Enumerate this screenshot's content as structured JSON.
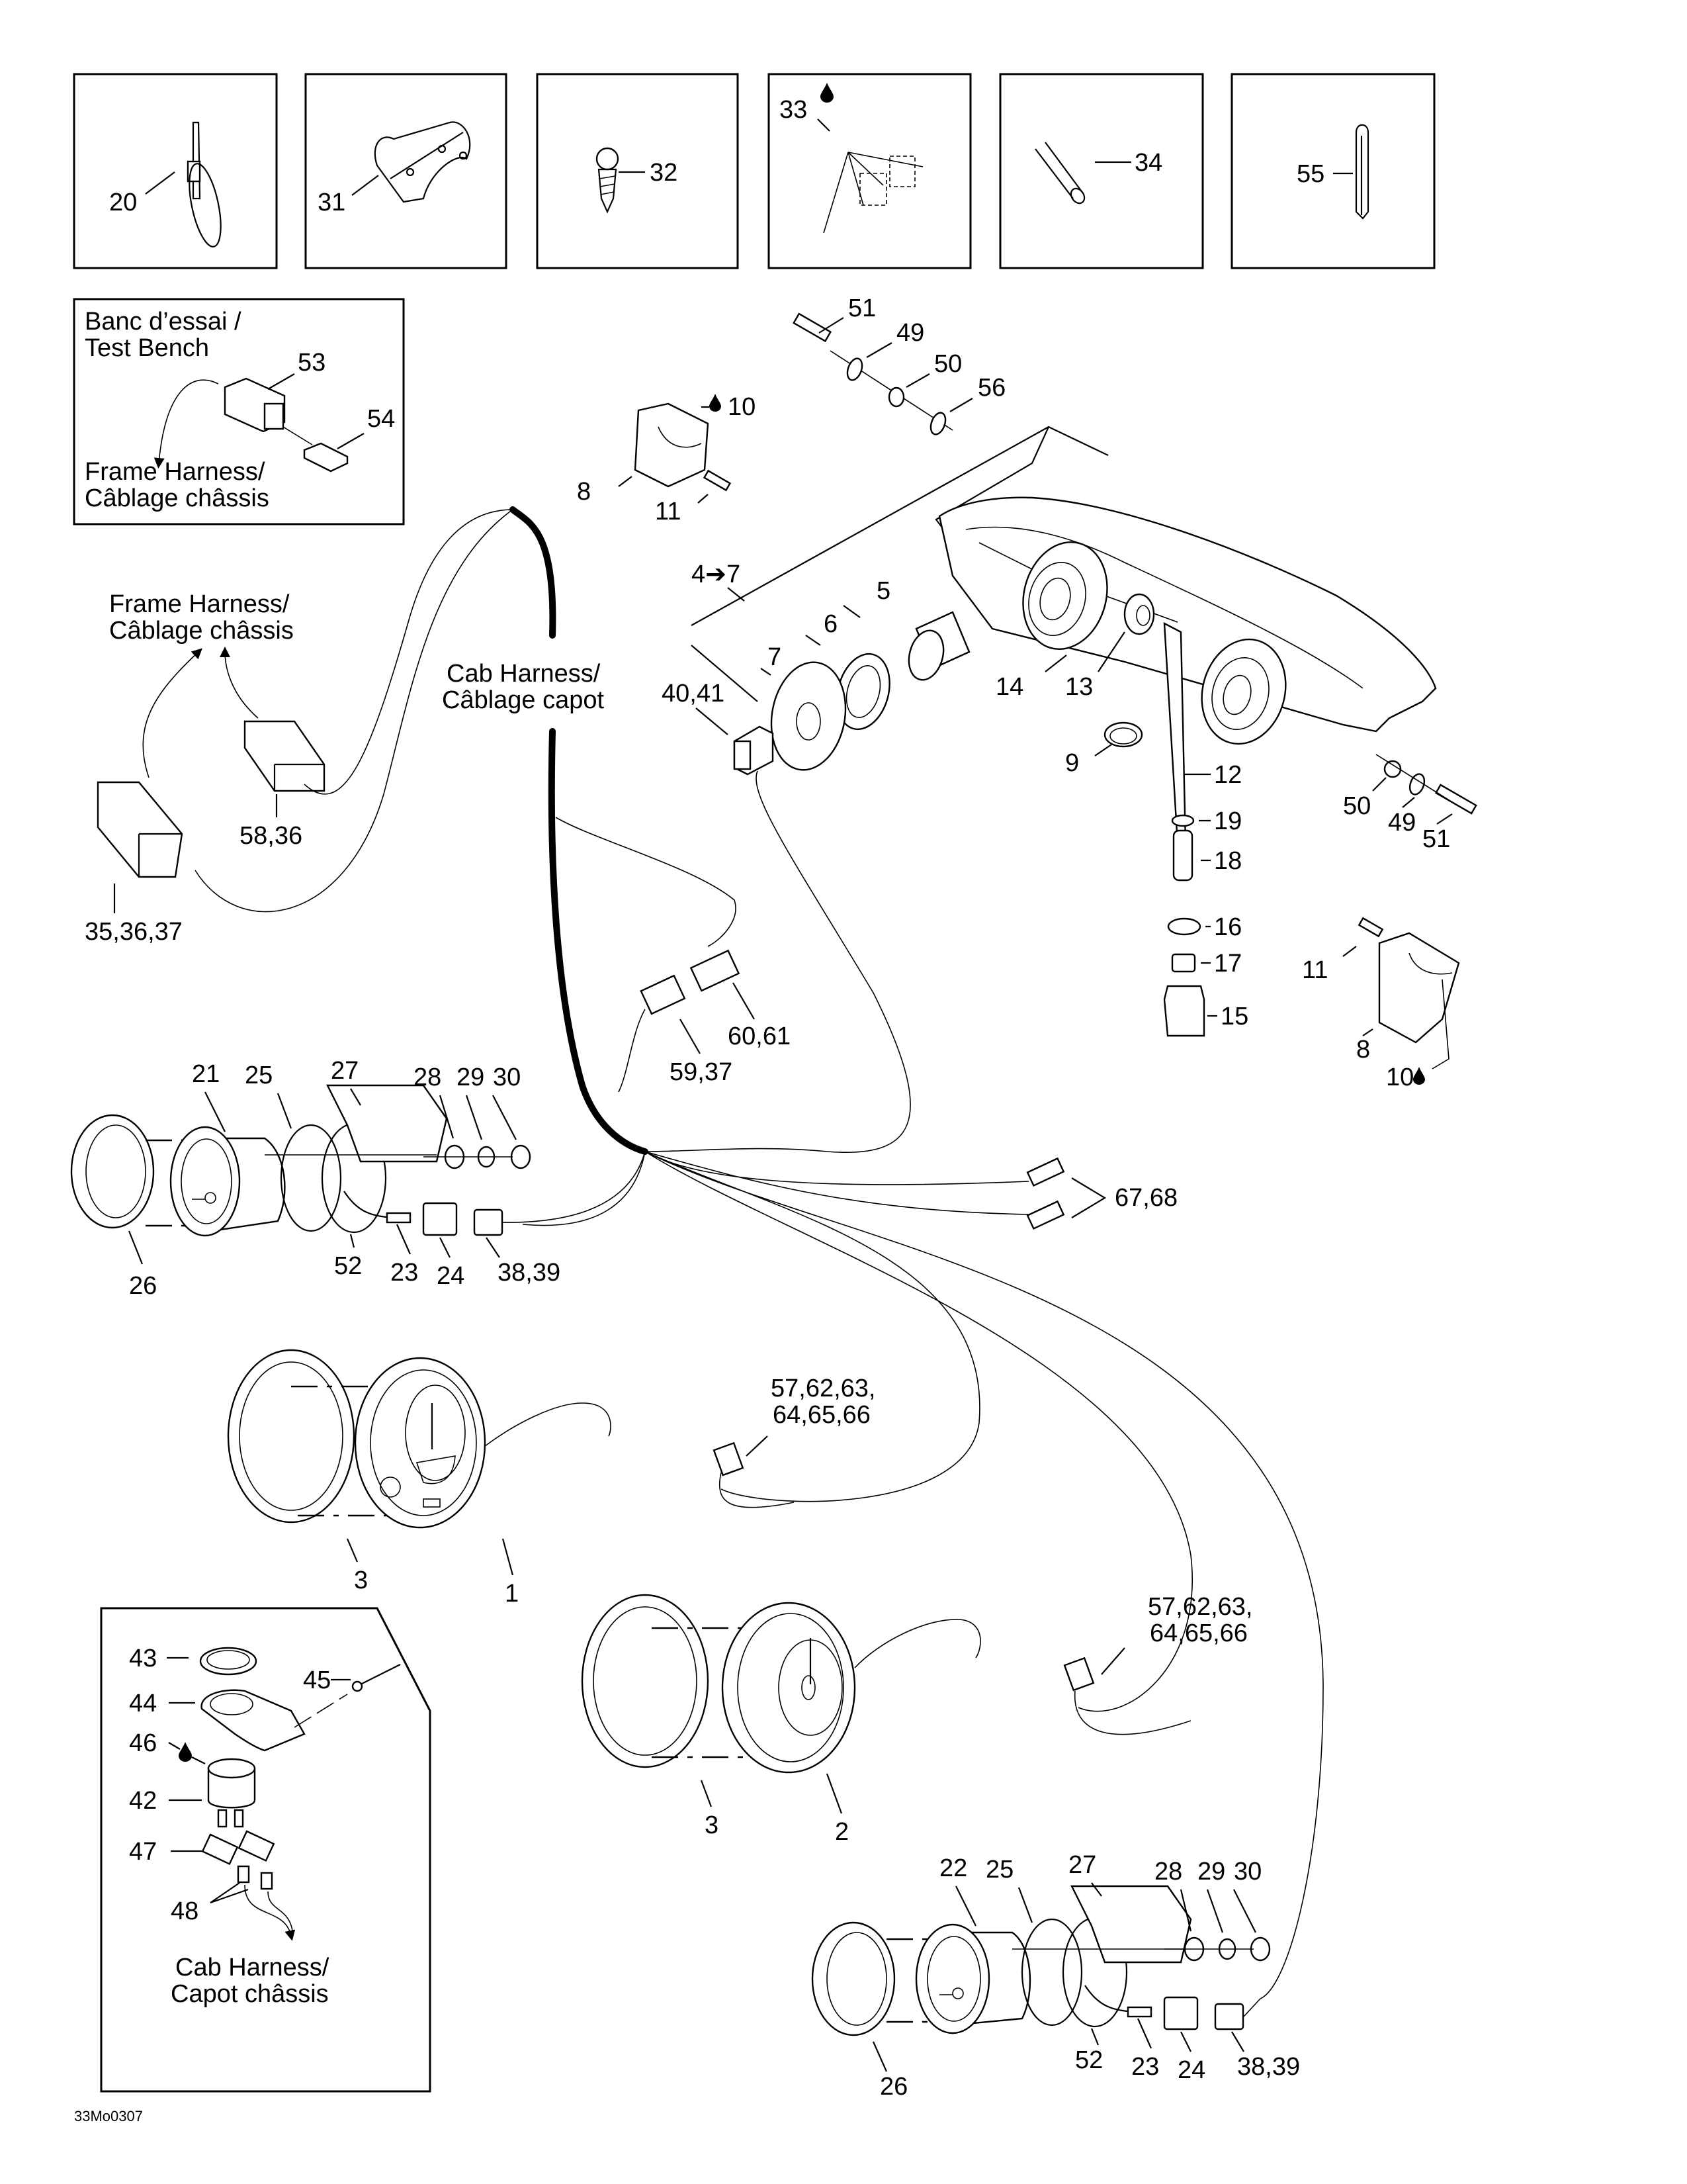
{
  "document": {
    "type": "exploded parts diagram",
    "drawing_code": "33Mo0307"
  },
  "top_boxes": [
    {
      "part": "20",
      "icon": "cable-tie-icon"
    },
    {
      "part": "31",
      "icon": "bracket-icon"
    },
    {
      "part": "32",
      "icon": "screw-icon"
    },
    {
      "part": "33",
      "icon": "dielectric-grease-icon",
      "has_grease_drop": true
    },
    {
      "part": "34",
      "icon": "spiral-wrap-icon"
    },
    {
      "part": "55",
      "icon": "clip-icon"
    }
  ],
  "test_bench": {
    "title_line1": "Banc d’essai /",
    "title_line2": "Test Bench",
    "part_a": "53",
    "part_b": "54",
    "dest_line1": "Frame Harness/",
    "dest_line2": "Câblage châssis"
  },
  "frame_harness_label": {
    "line1": "Frame Harness/",
    "line2": "Câblage châssis"
  },
  "cab_harness_label": {
    "line1": "Cab Harness/",
    "line2": "Câblage capot"
  },
  "headlight": {
    "labels": {
      "bolt_top": "51",
      "washer_top": "49",
      "nut_top": "50",
      "washer_56": "56",
      "bracket_top": "8",
      "grease_top": "10",
      "screw_top": "11",
      "kit": "4➔7",
      "bulb": "5",
      "retainer": "6",
      "boot": "7",
      "connector": "40,41",
      "reflector": "14",
      "adjuster": "13",
      "spring_clip": "9",
      "rod": "12",
      "washer_19": "19",
      "spring": "18",
      "washer_16": "16",
      "nut_17": "17",
      "knob": "15",
      "nut_bottom": "50",
      "washer_bottom": "49",
      "bolt_bottom": "51",
      "screw_bottom": "11",
      "bracket_bottom": "8",
      "grease_bottom": "10"
    }
  },
  "modules": {
    "module_a": "58,36",
    "module_b": "35,36,37",
    "connector_a": "59,37",
    "connector_b": "60,61",
    "terminals": "67,68"
  },
  "gauge_upper": {
    "labels": [
      "21",
      "25",
      "27",
      "28",
      "29",
      "30",
      "26",
      "52",
      "23",
      "24",
      "38,39"
    ]
  },
  "speedometer": {
    "bezel": "3",
    "gauge": "1",
    "connector_line1": "57,62,63,",
    "connector_line2": "64,65,66"
  },
  "tachometer": {
    "bezel": "3",
    "gauge": "2",
    "connector_line1": "57,62,63,",
    "connector_line2": "64,65,66"
  },
  "gauge_lower": {
    "labels": [
      "22",
      "25",
      "27",
      "28",
      "29",
      "30",
      "26",
      "52",
      "23",
      "24",
      "38,39"
    ]
  },
  "outlet_inset": {
    "parts": {
      "ring": "43",
      "bracket": "44",
      "rivet": "45",
      "grease": "46",
      "socket": "42",
      "terminal_housing": "47",
      "terminals": "48"
    },
    "dest_line1": "Cab Harness/",
    "dest_line2": "Capot châssis"
  }
}
